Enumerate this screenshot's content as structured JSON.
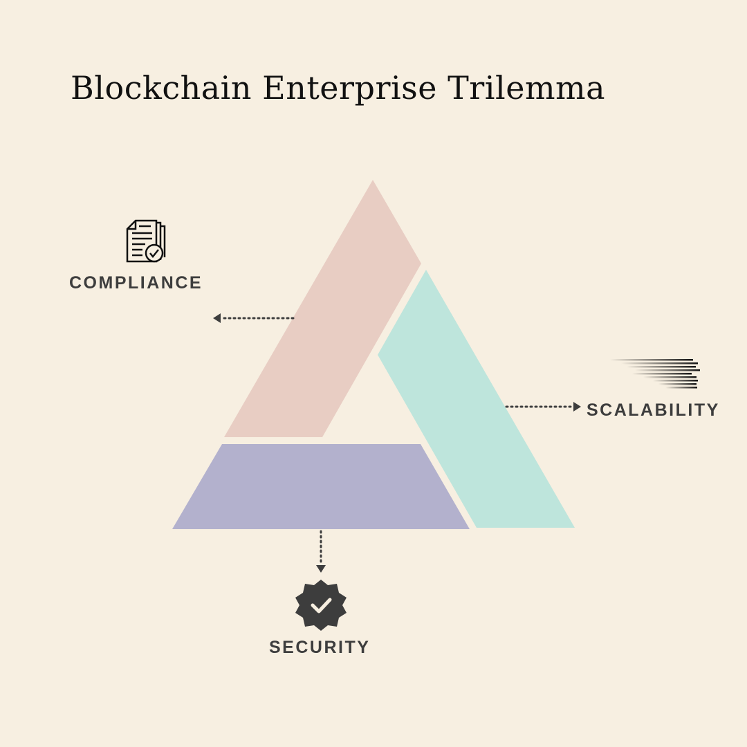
{
  "title": "Blockchain Enterprise Trilemma",
  "labels": {
    "compliance": "COMPLIANCE",
    "scalability": "SCALABILITY",
    "security": "SECURITY"
  },
  "colors": {
    "background": "#F7EFE1",
    "compliance_segment": "#E8CDC3",
    "scalability_segment": "#BEE5DC",
    "security_segment": "#B3B1CD",
    "text": "#3d3d3d"
  },
  "icons": {
    "compliance": "document-check-icon",
    "scalability": "speed-lines-icon",
    "security": "badge-check-icon"
  }
}
